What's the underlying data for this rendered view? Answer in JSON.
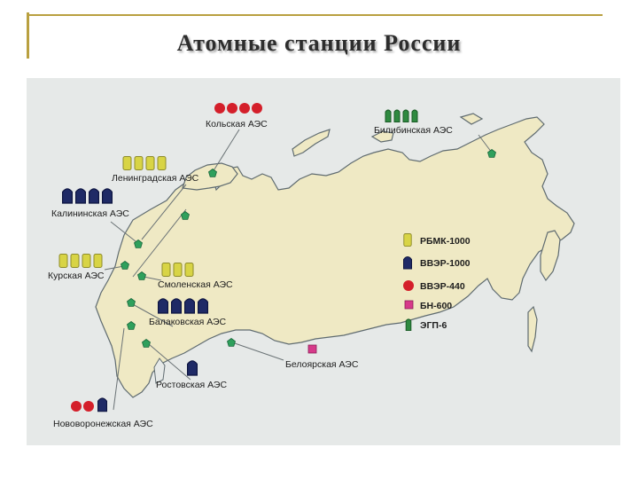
{
  "title": "Атомные станции России",
  "colors": {
    "land": "#efe9c4",
    "sea": "#e6e9e8",
    "coast": "#5f6b70",
    "leader": "#6b7376",
    "plant_marker": "#2fa05c",
    "rbmk": "#d8d445",
    "vver1000": "#1f2a66",
    "vver440": "#d41f2a",
    "bn600": "#d63a8a",
    "egp": "#2f8a40"
  },
  "legend": [
    {
      "label": "РБМК-1000",
      "icon": "rbmk-reactor-icon"
    },
    {
      "label": "ВВЭР-1000",
      "icon": "vver1000-reactor-icon"
    },
    {
      "label": "ВВЭР-440",
      "icon": "vver440-reactor-icon"
    },
    {
      "label": "БН-600",
      "icon": "bn600-reactor-icon"
    },
    {
      "label": "ЭГП-6",
      "icon": "egp6-reactor-icon"
    }
  ],
  "plants": [
    {
      "name": "Кольская АЭС",
      "reactor": "ВВЭР-440",
      "units": 4
    },
    {
      "name": "Билибинская АЭС",
      "reactor": "ЭГП-6",
      "units": 4
    },
    {
      "name": "Ленинградская АЭС",
      "reactor": "РБМК-1000",
      "units": 4
    },
    {
      "name": "Калининская АЭС",
      "reactor": "ВВЭР-1000",
      "units": 4
    },
    {
      "name": "Курская АЭС",
      "reactor": "РБМК-1000",
      "units": 4
    },
    {
      "name": "Смоленская АЭС",
      "reactor": "РБМК-1000",
      "units": 3
    },
    {
      "name": "Балаковская АЭС",
      "reactor": "ВВЭР-1000",
      "units": 4
    },
    {
      "name": "Белоярская АЭС",
      "reactor": "БН-600",
      "units": 1
    },
    {
      "name": "Ростовская АЭС",
      "reactor": "ВВЭР-1000",
      "units": 1
    },
    {
      "name": "Нововоронежская АЭС",
      "reactor": "ВВЭР-440 + ВВЭР-1000",
      "units": 3
    }
  ]
}
